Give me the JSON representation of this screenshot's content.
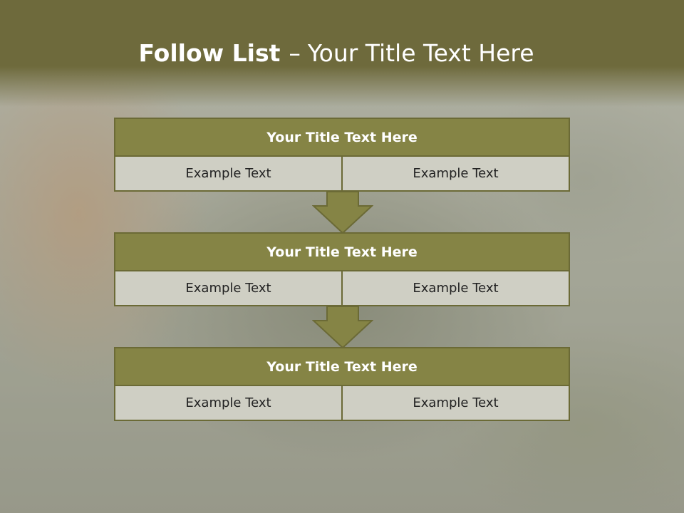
{
  "slide": {
    "title_bold": "Follow List",
    "title_dash": "–",
    "title_rest": "Your Title Text Here"
  },
  "blocks": [
    {
      "title": "Your Title Text Here",
      "cells": [
        "Example Text",
        "Example Text"
      ]
    },
    {
      "title": "Your Title Text Here",
      "cells": [
        "Example Text",
        "Example Text"
      ]
    },
    {
      "title": "Your Title Text Here",
      "cells": [
        "Example Text",
        "Example Text"
      ]
    }
  ],
  "colors": {
    "banner": "#6e6a3c",
    "header_fill": "#858445",
    "cell_fill": "#cfcfc4",
    "arrow_fill": "#858445",
    "text_light": "#ffffff",
    "text_dark": "#222222"
  }
}
